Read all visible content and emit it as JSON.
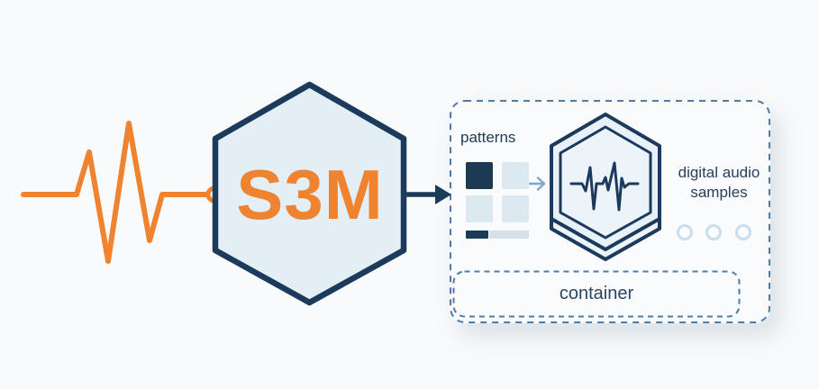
{
  "colors": {
    "orange": "#ef8330",
    "navy": "#1b3a5c",
    "hex_fill": "#e4eef5",
    "badge_fill_outer": "#e9f1f8",
    "badge_fill_inner": "#edf4f9",
    "cell_dark": "#1d3a54",
    "cell_light": "#dde9f0",
    "bar_dark": "#1d3a54",
    "bar_light": "#d7e0e6",
    "dashed_border": "#4d7ca8",
    "small_arrow": "#7fa6c6",
    "circle_stroke": "#c9deec",
    "background": "#f9fafb"
  },
  "icons": {
    "input_signal": "audio-waveform-icon",
    "badge": "hexagon-waveform-badge-icon",
    "pattern_grid": "pattern-grid-icon",
    "sample_dots": "three-dots-icon"
  },
  "module": {
    "label": "S3M"
  },
  "container": {
    "patterns_label": "patterns",
    "samples_label": {
      "line1": "digital audio",
      "line2": "samples"
    },
    "label": "container"
  }
}
